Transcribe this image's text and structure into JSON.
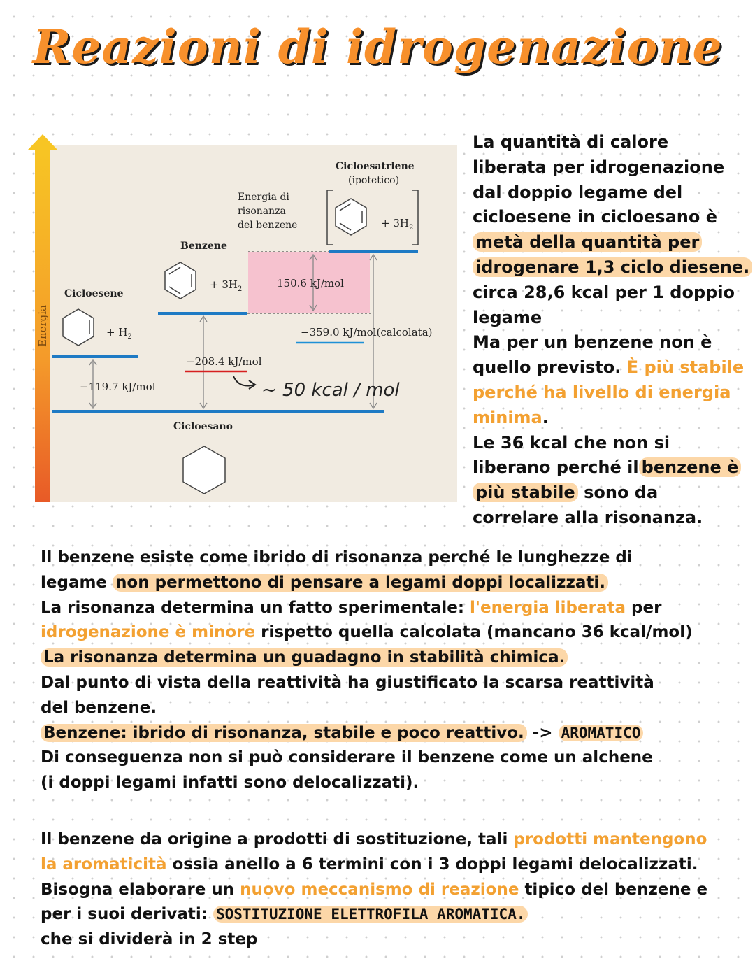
{
  "title": "Reazioni di idrogenazione",
  "diagram": {
    "axis_label": "Energia",
    "cicloesatriene_label": "Cicloesatriene",
    "cicloesatriene_sub": "(ipotetico)",
    "resonance_label_1": "Energia di",
    "resonance_label_2": "risonanza",
    "resonance_label_3": "del benzene",
    "benzene_label": "Benzene",
    "cicloesene_label": "Cicloesene",
    "cicloesano_label": "Cicloesano",
    "h3_label_1": "+ 3H",
    "h3_label_2": "+ 3H",
    "h2_label": "+ H",
    "subscript_2": "2",
    "e_resonance": "150.6 kJ/mol",
    "e_calc": "−359.0 kJ/mol",
    "e_calc_note": "(calcolata)",
    "e_benzene": "−208.4 kJ/mol",
    "e_cicloesene": "−119.7 kJ/mol",
    "handwritten_note": "~ 50 kcal / mol"
  },
  "side_text": {
    "l1": "La quantità di calore",
    "l2": "liberata per idrogenazione",
    "l3": "dal doppio legame del",
    "l4": "cicloesene in cicloesano è",
    "l5": "metà della quantità per",
    "l6": "idrogenare 1,3 ciclo diesene.",
    "l7": "circa 28,6 kcal per 1 doppio",
    "l8": "legame",
    "l9": "Ma per un benzene non è",
    "l10a": "quello previsto.",
    "l10b": "È più stabile",
    "l11": "perché ha livello di energia",
    "l12": "minima",
    "l12b": ".",
    "l13": "Le 36 kcal che non si",
    "l14a": "liberano perché il",
    "l14b": "benzene è",
    "l15a": "più stabile",
    "l15b": "sono da",
    "l16": "correlare alla risonanza."
  },
  "para1": {
    "l1": "Il benzene esiste come ibrido di risonanza perché le lunghezze di",
    "l2a": "legame",
    "l2b": "non permettono di pensare a legami doppi localizzati.",
    "l3a": "La risonanza determina un fatto sperimentale:",
    "l3b": "l'energia liberata",
    "l3c": "per",
    "l4a": "idrogenazione è minore",
    "l4b": "rispetto quella calcolata (mancano 36 kcal/mol)",
    "l5": "La risonanza determina un guadagno in stabilità chimica.",
    "l6": "Dal punto di vista della reattività ha giustificato la scarsa reattività",
    "l7": "del benzene.",
    "l8a": "Benzene: ibrido di risonanza, stabile e poco reattivo.",
    "l8b": "->",
    "l8c": "AROMATICO",
    "l9": "Di conseguenza non si può considerare il benzene come un alchene",
    "l10": "(i doppi legami infatti sono delocalizzati)."
  },
  "para2": {
    "l1a": "Il benzene da origine a prodotti di sostituzione, tali",
    "l1b": "prodotti mantengono",
    "l2a": "la aromaticità",
    "l2b": "ossia anello a 6 termini con i 3 doppi legami delocalizzati.",
    "l3a": "Bisogna elaborare un",
    "l3b": "nuovo meccanismo di reazione",
    "l3c": "tipico del benzene e",
    "l4a": "per i suoi derivati:",
    "l4b": "SOSTITUZIONE ELETTROFILA AROMATICA.",
    "l5": "che si dividerà in 2 step"
  },
  "colors": {
    "accent_orange": "#f3a132",
    "highlight": "#fcd7a8",
    "panel_bg": "#f1ebe1",
    "level_blue": "#1e7ac4",
    "resonance_pink": "#f6c2cf"
  }
}
